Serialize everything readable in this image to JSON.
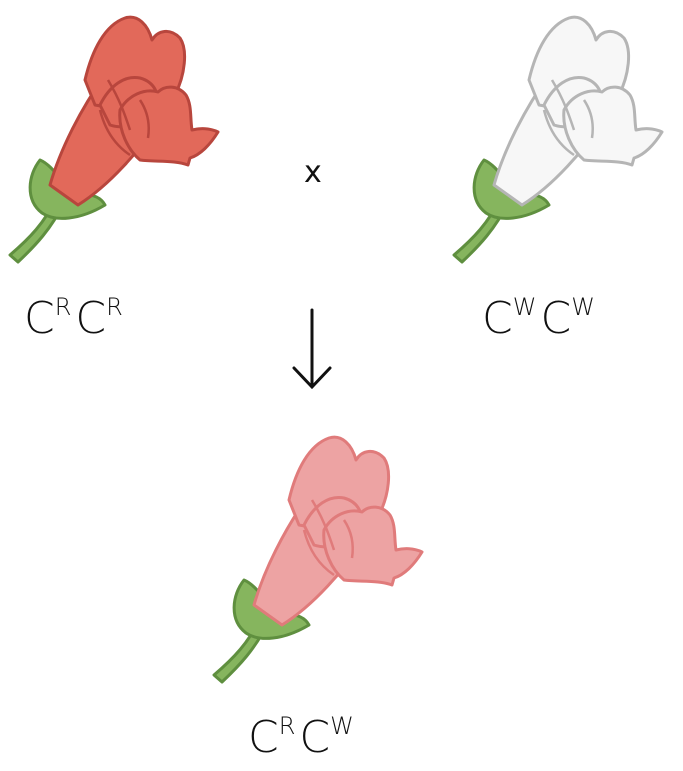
{
  "parents": [
    {
      "name": "red",
      "genotype": {
        "allele": "C",
        "sup1": "R",
        "sup2": "R"
      },
      "colors": {
        "petal": "#e2695a",
        "outline": "#b8463d"
      }
    },
    {
      "name": "white",
      "genotype": {
        "allele": "C",
        "sup1": "W",
        "sup2": "W"
      },
      "colors": {
        "petal": "#f7f7f7",
        "outline": "#b5b5b5"
      }
    }
  ],
  "offspring": {
    "name": "pink",
    "genotype": {
      "allele": "C",
      "sup1": "R",
      "sup2": "W"
    },
    "colors": {
      "petal": "#eda3a3",
      "outline": "#e07b7b"
    }
  },
  "cross_symbol": "x",
  "stem": {
    "fill": "#86b55e",
    "outline": "#5f8f3f"
  }
}
